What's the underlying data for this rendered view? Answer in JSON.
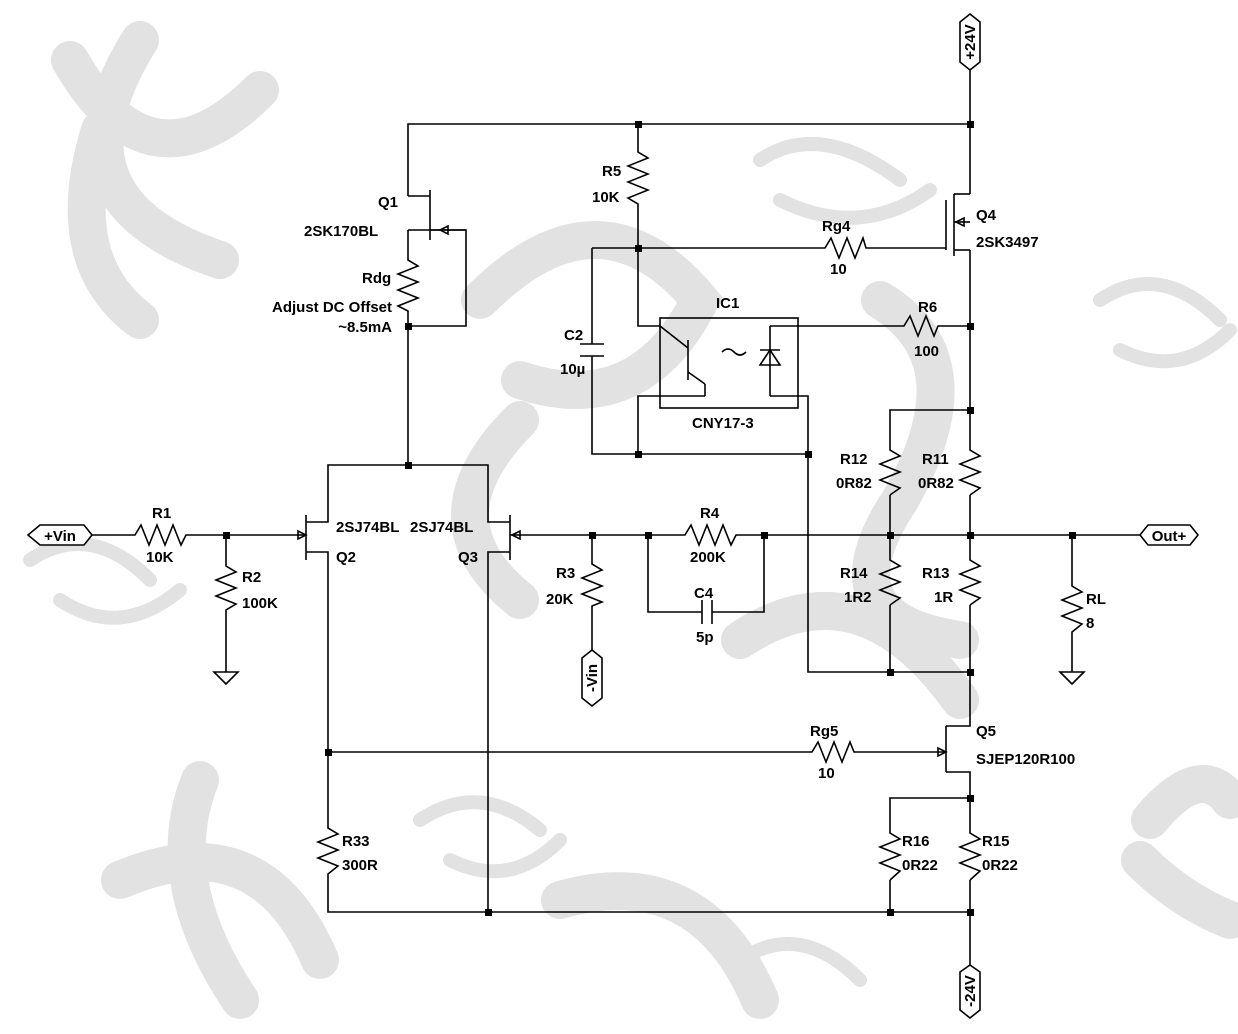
{
  "ports": {
    "vin_pos": "+Vin",
    "vin_neg": "-Vin",
    "out_pos": "Out+",
    "supply_pos": "+24V",
    "supply_neg": "-24V"
  },
  "components": {
    "q1": {
      "ref": "Q1",
      "value": "2SK170BL"
    },
    "rdg": {
      "ref": "Rdg",
      "note1": "Adjust DC Offset",
      "note2": "~8.5mA"
    },
    "q2": {
      "ref": "Q2",
      "value": "2SJ74BL"
    },
    "q3": {
      "ref": "Q3",
      "value": "2SJ74BL"
    },
    "q4": {
      "ref": "Q4",
      "value": "2SK3497"
    },
    "q5": {
      "ref": "Q5",
      "value": "SJEP120R100"
    },
    "ic1": {
      "ref": "IC1",
      "value": "CNY17-3"
    },
    "r1": {
      "ref": "R1",
      "value": "10K"
    },
    "r2": {
      "ref": "R2",
      "value": "100K"
    },
    "r3": {
      "ref": "R3",
      "value": "20K"
    },
    "r4": {
      "ref": "R4",
      "value": "200K"
    },
    "r5": {
      "ref": "R5",
      "value": "10K"
    },
    "r6": {
      "ref": "R6",
      "value": "100"
    },
    "r11": {
      "ref": "R11",
      "value": "0R82"
    },
    "r12": {
      "ref": "R12",
      "value": "0R82"
    },
    "r13": {
      "ref": "R13",
      "value": "1R"
    },
    "r14": {
      "ref": "R14",
      "value": "1R2"
    },
    "r15": {
      "ref": "R15",
      "value": "0R22"
    },
    "r16": {
      "ref": "R16",
      "value": "0R22"
    },
    "r33": {
      "ref": "R33",
      "value": "300R"
    },
    "rg4": {
      "ref": "Rg4",
      "value": "10"
    },
    "rg5": {
      "ref": "Rg5",
      "value": "10"
    },
    "rl": {
      "ref": "RL",
      "value": "8"
    },
    "c2": {
      "ref": "C2",
      "value": "10µ"
    },
    "c4": {
      "ref": "C4",
      "value": "5p"
    }
  }
}
